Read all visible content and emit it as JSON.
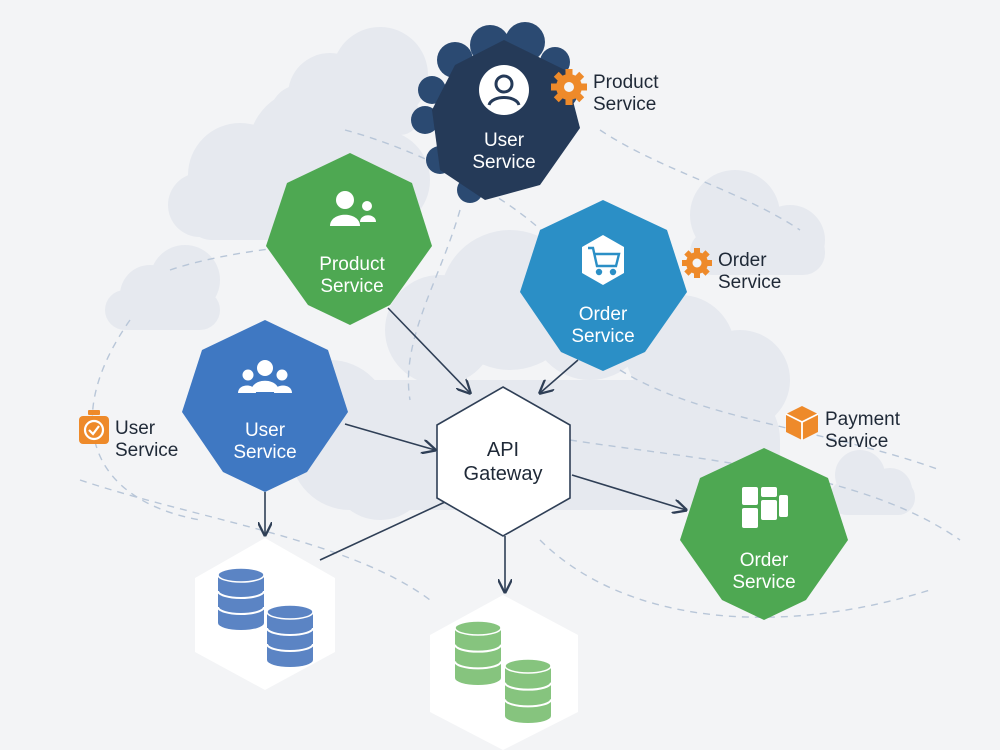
{
  "nodes": {
    "top_user": {
      "line1": "User",
      "line2": "Service",
      "color": "#253a58"
    },
    "product": {
      "line1": "Product",
      "line2": "Service",
      "color": "#4ea852"
    },
    "order_blue": {
      "line1": "Order",
      "line2": "Service",
      "color": "#2b8fc6"
    },
    "user_blue": {
      "line1": "User",
      "line2": "Service",
      "color": "#3f78c2"
    },
    "gateway": {
      "line1": "API",
      "line2": "Gateway"
    },
    "order_green": {
      "line1": "Order",
      "line2": "Service",
      "color": "#4ea852"
    }
  },
  "side_labels": {
    "product": {
      "line1": "Product",
      "line2": "Service",
      "icon": "gear-icon"
    },
    "order": {
      "line1": "Order",
      "line2": "Service",
      "icon": "gear-icon"
    },
    "user": {
      "line1": "User",
      "line2": "Service",
      "icon": "stopwatch-icon"
    },
    "payment": {
      "line1": "Payment",
      "line2": "Service",
      "icon": "package-icon"
    }
  },
  "databases": [
    {
      "name": "user-db",
      "color": "#5b84c4"
    },
    {
      "name": "order-db",
      "color": "#86c47e"
    }
  ],
  "colors": {
    "accent_orange": "#ee8a2a",
    "edge": "#2f3f56",
    "cloud": "#e3e7ee"
  }
}
